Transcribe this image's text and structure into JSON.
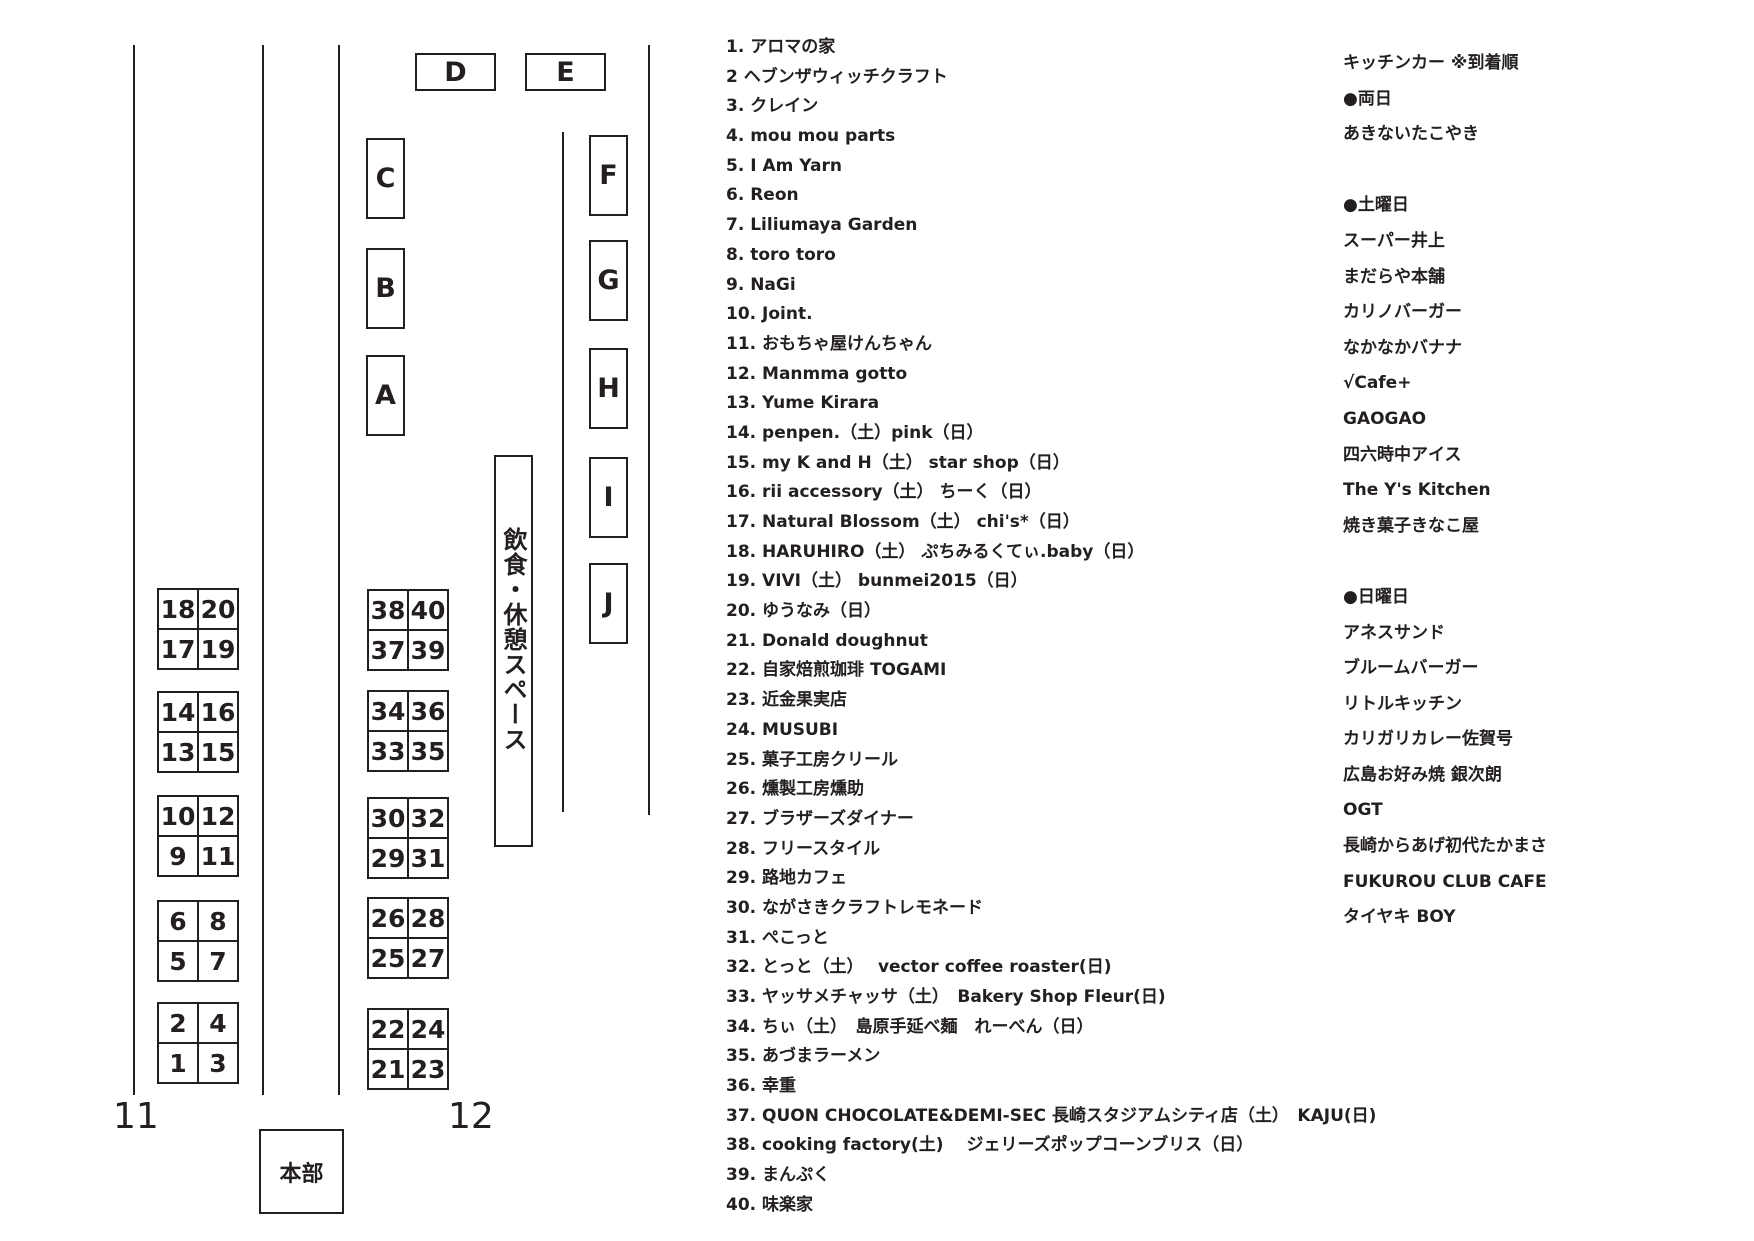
{
  "map": {
    "road_labels": [
      "11",
      "12"
    ],
    "hq_label": "本部",
    "rest_area_label": "飲食・休憩スペース",
    "letter_booths": [
      "D",
      "E",
      "C",
      "B",
      "A",
      "F",
      "G",
      "H",
      "I",
      "J"
    ],
    "left_column_blocks": [
      [
        [
          "18",
          "20"
        ],
        [
          "17",
          "19"
        ]
      ],
      [
        [
          "14",
          "16"
        ],
        [
          "13",
          "15"
        ]
      ],
      [
        [
          "10",
          "12"
        ],
        [
          "9",
          "11"
        ]
      ],
      [
        [
          "6",
          "8"
        ],
        [
          "5",
          "7"
        ]
      ],
      [
        [
          "2",
          "4"
        ],
        [
          "1",
          "3"
        ]
      ]
    ],
    "right_column_blocks": [
      [
        [
          "38",
          "40"
        ],
        [
          "37",
          "39"
        ]
      ],
      [
        [
          "34",
          "36"
        ],
        [
          "33",
          "35"
        ]
      ],
      [
        [
          "30",
          "32"
        ],
        [
          "29",
          "31"
        ]
      ],
      [
        [
          "26",
          "28"
        ],
        [
          "25",
          "27"
        ]
      ],
      [
        [
          "22",
          "24"
        ],
        [
          "21",
          "23"
        ]
      ]
    ]
  },
  "vendors": [
    "1. アロマの家",
    "2 ヘブンザウィッチクラフト",
    "3. クレイン",
    "4. mou mou parts",
    "5. I Am Yarn",
    "6. Reon",
    "7. Liliumaya Garden",
    "8. toro toro",
    "9. NaGi",
    "10. Joint.",
    "11. おもちゃ屋けんちゃん",
    "12. Manmma gotto",
    "13. Yume Kirara",
    "14. penpen.（土）pink（日）",
    "15. my K and H（土） star shop（日）",
    "16. rii accessory（土） ちーく（日）",
    "17. Natural Blossom（土） chi's*（日）",
    "18. HARUHIRO（土） ぷちみるくてぃ.baby（日）",
    "19. VIVI（土） bunmei2015（日）",
    "20. ゆうなみ（日）",
    "21. Donald doughnut",
    "22. 自家焙煎珈琲 TOGAMI",
    "23. 近金果実店",
    "24. MUSUBI",
    "25. 菓子工房クリール",
    "26. 燻製工房燻助",
    "27. ブラザーズダイナー",
    "28. フリースタイル",
    "29. 路地カフェ",
    "30. ながさきクラフトレモネード",
    "31. ぺこっと",
    "32. とっと（土）　 vector coffee roaster(日)",
    "33. ヤッサメチャッサ（土）　Bakery Shop Fleur(日)",
    "34. ちぃ（土）　島原手延べ麺　れーべん（日）",
    "35. あづまラーメン",
    "36. 幸重",
    "37. QUON CHOCOLATE&DEMI-SEC 長崎スタジアムシティ店（土）　KAJU(日)",
    "38. cooking factory(土)　 ジェリーズポップコーンブリス（日）",
    "39. まんぷく",
    "40. 味楽家"
  ],
  "kitchen_cars": [
    "キッチンカー ※到着順",
    "●両日",
    "あきないたこやき",
    "",
    "●土曜日",
    "スーパー井上",
    "まだらや本舗",
    "カリノバーガー",
    "なかなかバナナ",
    "√Cafe+",
    "GAOGAO",
    "四六時中アイス",
    "The Y's Kitchen",
    "焼き菓子きなこ屋",
    "",
    "●日曜日",
    "アネスサンド",
    "ブルームバーガー",
    "リトルキッチン",
    "カリガリカレー佐賀号",
    "広島お好み焼 銀次朗",
    "OGT",
    "長崎からあげ初代たかまさ",
    "FUKUROU CLUB CAFE",
    "タイヤキ BOY"
  ]
}
